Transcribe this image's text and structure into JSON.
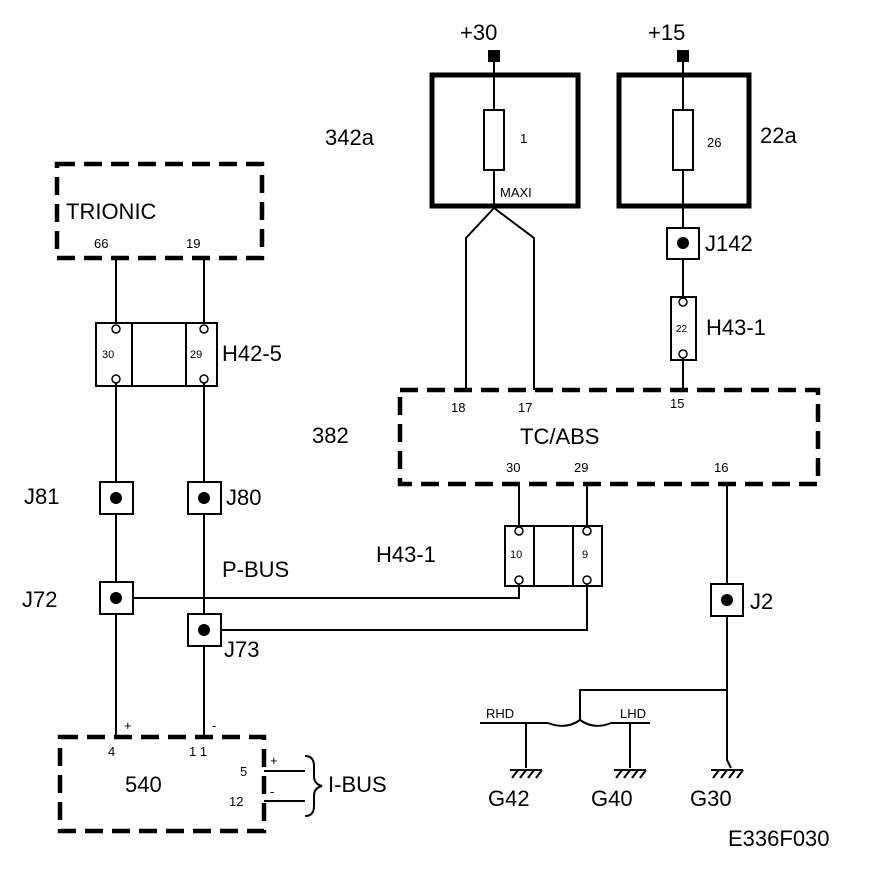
{
  "diagram_code": "E336F030",
  "supplies": {
    "plus30": "+30",
    "plus15": "+15"
  },
  "fuses": {
    "f342a": {
      "ref": "342a",
      "fuse_no": "1",
      "type": "MAXI"
    },
    "f22a": {
      "ref": "22a",
      "fuse_no": "26"
    }
  },
  "modules": {
    "trionic": {
      "name": "TRIONIC",
      "pin_a": "66",
      "pin_b": "19"
    },
    "tcabs": {
      "ref": "382",
      "name": "TC/ABS",
      "pins_top": [
        "18",
        "17",
        "15"
      ],
      "pins_bottom": [
        "30",
        "29",
        "16"
      ]
    },
    "m540": {
      "name": "540",
      "pin_plus": "4",
      "pin_minus": "1 1",
      "pin_5": "5",
      "pin_12": "12"
    }
  },
  "connectors": {
    "h42_5": {
      "name": "H42-5",
      "pin_a": "30",
      "pin_b": "29"
    },
    "h43_1_top": {
      "name": "H43-1",
      "pin": "22"
    },
    "h43_1_bottom": {
      "name": "H43-1",
      "pin_a": "10",
      "pin_b": "9"
    }
  },
  "junctions": {
    "j81": "J81",
    "j80": "J80",
    "j72": "J72",
    "j73": "J73",
    "j142": "J142",
    "j2": "J2"
  },
  "buses": {
    "pbus": "P-BUS",
    "ibus": "I-BUS"
  },
  "polarity": {
    "plus": "+",
    "minus": "-"
  },
  "grounds": {
    "g42": "G42",
    "g40": "G40",
    "g30": "G30",
    "rhd": "RHD",
    "lhd": "LHD"
  }
}
